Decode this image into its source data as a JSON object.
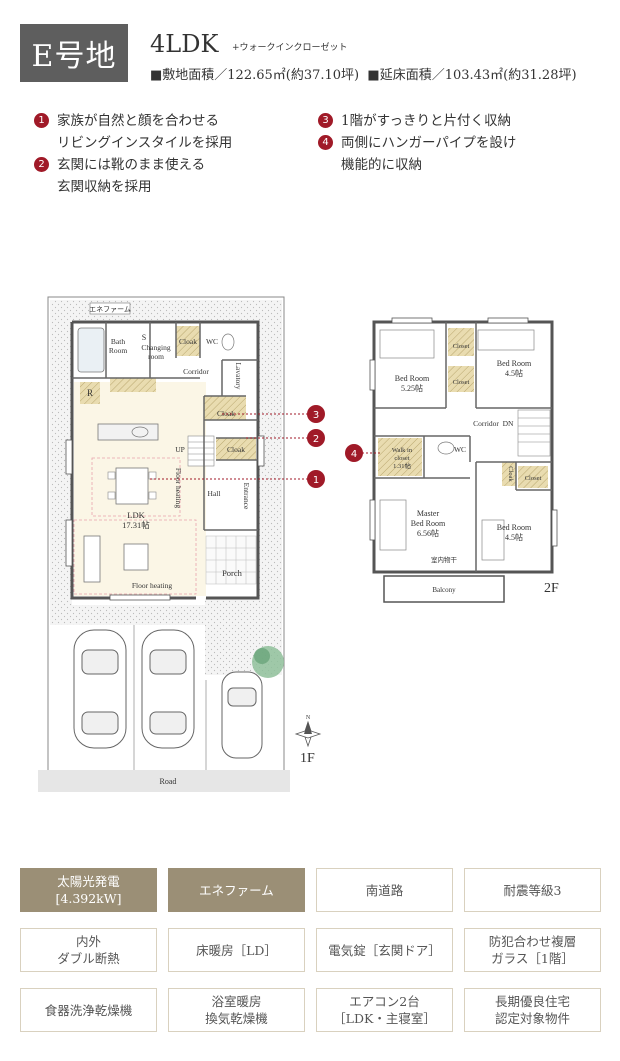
{
  "header": {
    "lot": "E号地",
    "layout": "4LDK",
    "layout_extra": "+ウォークインクローゼット",
    "site_area": "■敷地面積／122.65㎡(約37.10坪)",
    "floor_area": "■延床面積／103.43㎡(約31.28坪)"
  },
  "features": [
    {
      "num": "1",
      "line1": "家族が自然と顔を合わせる",
      "line2": "リビングインスタイルを採用"
    },
    {
      "num": "2",
      "line1": "玄関には靴のまま使える",
      "line2": "玄関収納を採用"
    },
    {
      "num": "3",
      "line1": "1階がすっきりと片付く収納",
      "line2": ""
    },
    {
      "num": "4",
      "line1": "両側にハンガーパイプを設け",
      "line2": "機能的に収納"
    }
  ],
  "plan1f": {
    "enefarm": "エネファーム",
    "bath": "Bath",
    "bath2": "Room",
    "changing_s": "S",
    "changing": "Changing",
    "changing2": "room",
    "cloak_top": "Cloak",
    "wc": "WC",
    "lavatory": "Lavatory",
    "corridor": "Corridor",
    "r": "R",
    "cloak_mid": "Cloak",
    "up": "UP",
    "cloak_low": "Cloak",
    "floor_heating_v": "Floor heating",
    "hall": "Hall",
    "entrance": "Entrance",
    "ldk": "LDK",
    "ldk_size": "17.31帖",
    "floor_heating": "Floor heating",
    "porch": "Porch",
    "road": "Road",
    "floor_label": "1F",
    "north": "N"
  },
  "plan2f": {
    "bed1": "Bed Room",
    "bed1_size": "5.25帖",
    "closet_a": "Closet",
    "closet_b": "Closet",
    "bed2": "Bed Room",
    "bed2_size": "4.5帖",
    "corridor": "Corridor",
    "dn": "DN",
    "walkin": "Walk in",
    "walkin2": "closet",
    "walkin_size": "1.31帖",
    "wc": "WC",
    "cloak": "Cloak",
    "closet_c": "Closet",
    "master": "Master",
    "master2": "Bed Room",
    "master_size": "6.56帖",
    "bed3": "Bed Room",
    "bed3_size": "4.5帖",
    "indoor_dry": "室内物干",
    "balcony": "Balcony",
    "floor_label": "2F"
  },
  "callouts": [
    "3",
    "2",
    "1",
    "4"
  ],
  "tags": [
    {
      "label": "太陽光発電",
      "label2": "[4.392kW]",
      "on": true
    },
    {
      "label": "エネファーム",
      "label2": "",
      "on": true
    },
    {
      "label": "南道路",
      "label2": "",
      "on": false
    },
    {
      "label": "耐震等級3",
      "label2": "",
      "on": false
    },
    {
      "label": "内外",
      "label2": "ダブル断熱",
      "on": false
    },
    {
      "label": "床暖房［LD］",
      "label2": "",
      "on": false
    },
    {
      "label": "電気錠［玄関ドア］",
      "label2": "",
      "on": false
    },
    {
      "label": "防犯合わせ複層",
      "label2": "ガラス［1階］",
      "on": false
    },
    {
      "label": "食器洗浄乾燥機",
      "label2": "",
      "on": false
    },
    {
      "label": "浴室暖房",
      "label2": "換気乾燥機",
      "on": false
    },
    {
      "label": "エアコン2台",
      "label2": "［LDK・主寝室］",
      "on": false
    },
    {
      "label": "長期優良住宅",
      "label2": "認定対象物件",
      "on": false
    }
  ],
  "colors": {
    "accent": "#a01a28",
    "tag_on": "#9b8f76",
    "wall": "#555555",
    "storage": "#e9dcb0",
    "ldk_floor": "#fbf6e6"
  }
}
